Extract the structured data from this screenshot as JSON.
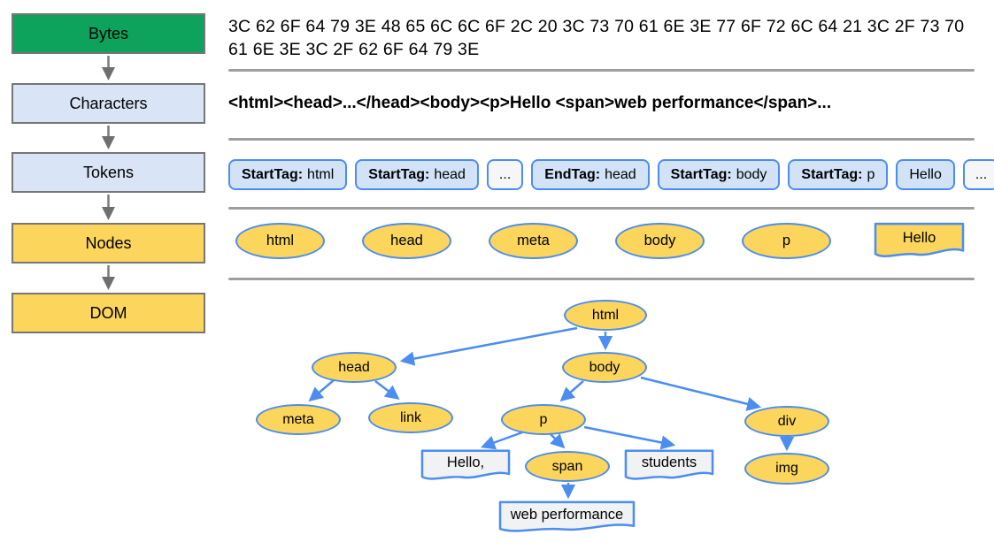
{
  "pipeline": {
    "stages": [
      {
        "label": "Bytes",
        "variant": "green"
      },
      {
        "label": "Characters",
        "variant": "blue"
      },
      {
        "label": "Tokens",
        "variant": "blue"
      },
      {
        "label": "Nodes",
        "variant": "yellow"
      },
      {
        "label": "DOM",
        "variant": "yellow"
      }
    ]
  },
  "bytes_row": {
    "text": "3C 62 6F 64 79 3E 48 65 6C 6C 6F 2C 20 3C 73 70 61 6E 3E 77 6F 72 6C 64 21 3C 2F 73 70 61 6E 3E 3C 2F 62 6F 64 79 3E"
  },
  "characters_row": {
    "text": "<html><head>...</head><body><p>Hello <span>web performance</span>..."
  },
  "tokens_row": {
    "tokens": [
      {
        "prefix": "StartTag:",
        "value": "html",
        "variant": "tag"
      },
      {
        "prefix": "StartTag:",
        "value": "head",
        "variant": "tag"
      },
      {
        "prefix": "",
        "value": "...",
        "variant": "ellipsis"
      },
      {
        "prefix": "EndTag:",
        "value": "head",
        "variant": "tag"
      },
      {
        "prefix": "StartTag:",
        "value": "body",
        "variant": "tag"
      },
      {
        "prefix": "StartTag:",
        "value": "p",
        "variant": "tag"
      },
      {
        "prefix": "",
        "value": "Hello",
        "variant": "tag"
      },
      {
        "prefix": "",
        "value": "...",
        "variant": "ellipsis"
      }
    ]
  },
  "nodes_row": {
    "ellipses": [
      "html",
      "head",
      "meta",
      "body",
      "p"
    ],
    "doc_label": "Hello"
  },
  "dom_tree": {
    "html": "html",
    "head": "head",
    "body": "body",
    "meta": "meta",
    "link": "link",
    "p": "p",
    "div": "div",
    "hello": "Hello,",
    "span": "span",
    "students": "students",
    "img": "img",
    "webperf": "web performance"
  },
  "colors": {
    "stage_green": "#0ea35c",
    "stage_blue": "#d9e4f6",
    "stage_yellow": "#fbd55c",
    "node_yellow": "#fbd55c",
    "token_blue_fill": "#d2e3f8",
    "token_white_fill": "#f4f6f7",
    "blue_border": "#4b8df0",
    "gray_border": "#767676",
    "divider_gray": "#9e9e9e",
    "doc_gray_fill": "#f1f2f4"
  }
}
